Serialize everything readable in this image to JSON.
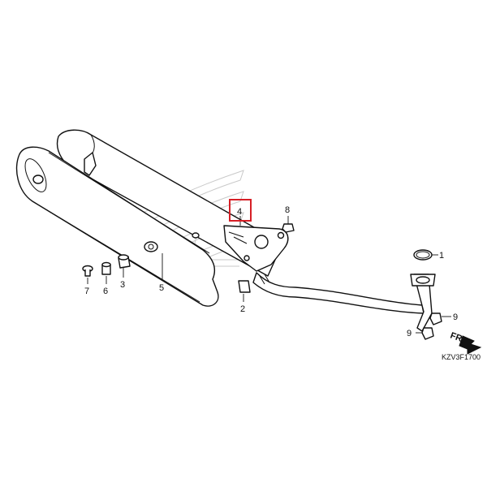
{
  "diagram": {
    "callouts": [
      {
        "id": "part-1",
        "label": "1"
      },
      {
        "id": "part-2",
        "label": "2"
      },
      {
        "id": "part-3",
        "label": "3"
      },
      {
        "id": "part-4",
        "label": "4"
      },
      {
        "id": "part-5",
        "label": "5"
      },
      {
        "id": "part-6",
        "label": "6"
      },
      {
        "id": "part-7",
        "label": "7"
      },
      {
        "id": "part-8",
        "label": "8"
      },
      {
        "id": "part-9a",
        "label": "9"
      },
      {
        "id": "part-9b",
        "label": "9"
      }
    ],
    "highlighted_part": "4",
    "highlight_color": "#d61f26",
    "direction_label": "FR.",
    "diagram_code": "KZV3F1700",
    "watermark_icon": "honda-wing-icon"
  }
}
